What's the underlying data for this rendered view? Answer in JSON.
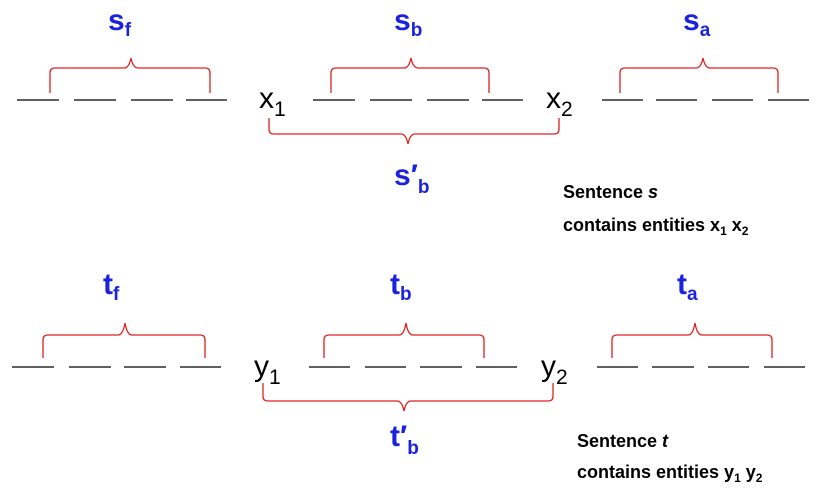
{
  "top": {
    "labels": {
      "front": {
        "base": "s",
        "sub": "f"
      },
      "between": {
        "base": "s",
        "sub": "b"
      },
      "after": {
        "base": "s",
        "sub": "a"
      },
      "between_prime": {
        "base": "s",
        "prime": "′",
        "sub": "b"
      }
    },
    "entity1": {
      "base": "x",
      "sub": "1"
    },
    "entity2": {
      "base": "x",
      "sub": "2"
    },
    "caption": {
      "line1_prefix": "Sentence ",
      "line1_var": "s",
      "line2_text": "contains entities ",
      "e1": "x",
      "e1_sub": "1",
      "e2": "x",
      "e2_sub": "2"
    }
  },
  "bottom": {
    "labels": {
      "front": {
        "base": "t",
        "sub": "f"
      },
      "between": {
        "base": "t",
        "sub": "b"
      },
      "after": {
        "base": "t",
        "sub": "a"
      },
      "between_prime": {
        "base": "t",
        "prime": "′",
        "sub": "b"
      }
    },
    "entity1": {
      "base": "y",
      "sub": "1"
    },
    "entity2": {
      "base": "y",
      "sub": "2"
    },
    "caption": {
      "line1_prefix": "Sentence ",
      "line1_var": "t",
      "line2_text": "contains entities ",
      "e1": "y",
      "e1_sub": "1",
      "e2": "y",
      "e2_sub": "2"
    }
  },
  "colors": {
    "label": "#1a22e0",
    "brace": "#e02020",
    "text": "#000000"
  }
}
